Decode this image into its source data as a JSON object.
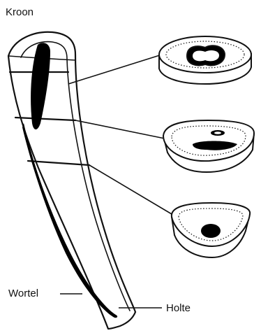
{
  "labels": {
    "crown": "Kroon",
    "root": "Wortel",
    "cavity": "Holte"
  },
  "colors": {
    "ink": "#111111",
    "background": "#ffffff",
    "pulp": "#000000"
  }
}
